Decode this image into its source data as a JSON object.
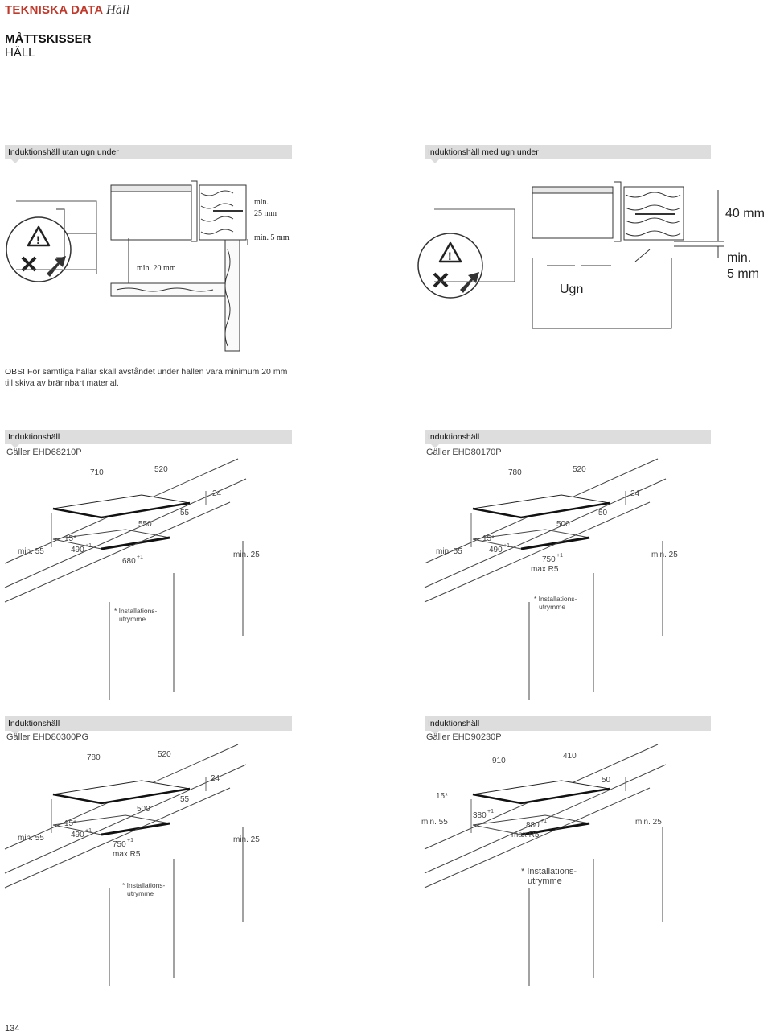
{
  "header": {
    "section": "TEKNISKA DATA",
    "subsection": "Häll"
  },
  "title": {
    "line1": "MÅTTSKISSER",
    "line2": "HÄLL"
  },
  "install": {
    "left_bar": "Induktionshäll utan ugn under",
    "right_bar": "Induktionshäll med ugn under",
    "left_labels": {
      "min25": "min.",
      "min25b": "25 mm",
      "min5": "min. 5 mm",
      "min20": "min. 20 mm"
    },
    "right_labels": {
      "mm40": "40 mm",
      "min5a": "min.",
      "min5b": "5 mm",
      "oven": "Ugn"
    }
  },
  "note": "OBS! För samtliga hällar skall avståndet under hällen vara minimum 20 mm till skiva av brännbart material.",
  "panels": [
    {
      "bar": "Induktionshäll",
      "sub": "Gäller EHD68210P",
      "dims": {
        "w": "710",
        "d": "520",
        "h": "24",
        "cw": "550",
        "cd": "55",
        "a": "15*",
        "b": "490",
        "sup": "+1",
        "c": "680",
        "csup": "+1",
        "minL": "min. 55",
        "minR": "min. 25",
        "note1": "* Installations-",
        "note2": "utrymme",
        "maxr": ""
      }
    },
    {
      "bar": "Induktionshäll",
      "sub": "Gäller EHD80170P",
      "dims": {
        "w": "780",
        "d": "520",
        "h": "24",
        "cw": "500",
        "cd": "50",
        "a": "15*",
        "b": "490",
        "sup": "+1",
        "c": "750",
        "csup": "+1",
        "minL": "min. 55",
        "minR": "min. 25",
        "note1": "* Installations-",
        "note2": "utrymme",
        "maxr": "max R5"
      }
    },
    {
      "bar": "Induktionshäll",
      "sub": "Gäller EHD80300PG",
      "dims": {
        "w": "780",
        "d": "520",
        "h": "24",
        "cw": "500",
        "cd": "55",
        "a": "15*",
        "b": "490",
        "sup": "+1",
        "c": "750",
        "csup": "+1",
        "minL": "min. 55",
        "minR": "min. 25",
        "note1": "* Installations-",
        "note2": "utrymme",
        "maxr": "max R5"
      }
    },
    {
      "bar": "Induktionshäll",
      "sub": "Gäller EHD90230P",
      "dims": {
        "w": "910",
        "d": "410",
        "h": "50",
        "a": "15*",
        "b": "380",
        "sup": "+1",
        "c": "880",
        "csup": "+1",
        "minL": "min. 55",
        "minR": "min. 25",
        "note1": "* Installations-",
        "note2": "utrymme",
        "maxr": "max R5"
      }
    }
  ],
  "page_number": "134"
}
